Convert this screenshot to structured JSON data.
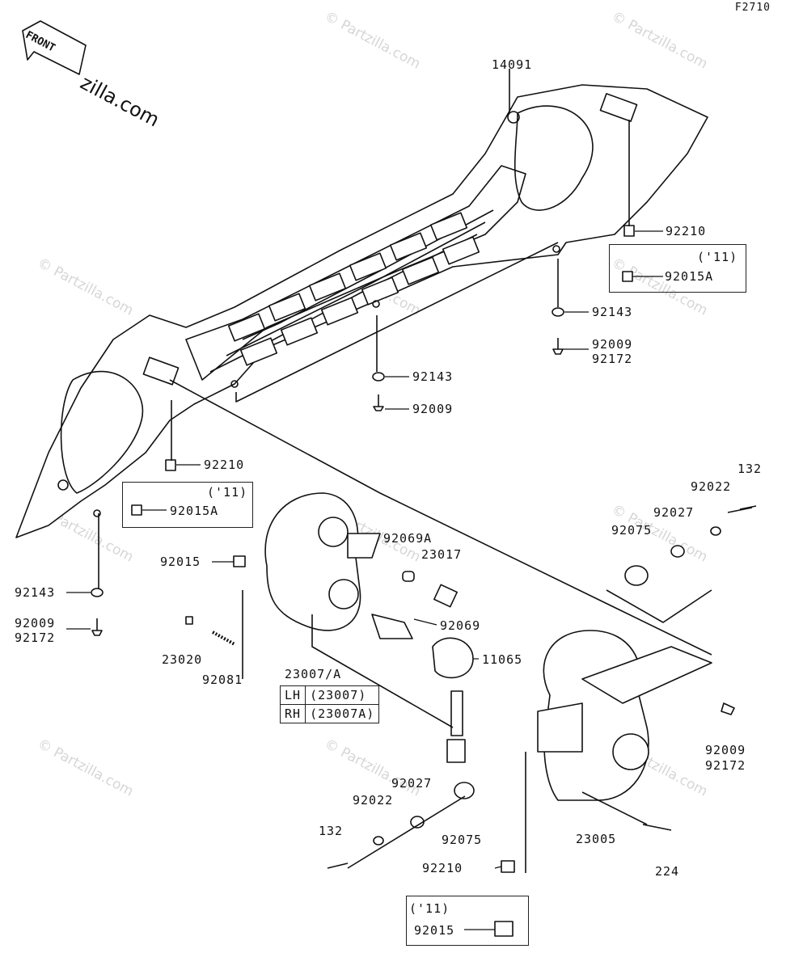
{
  "figure_code": "F2710",
  "watermark_text": "© Partzilla.com",
  "brand": "zilla.com",
  "front_arrow": "FRONT",
  "labels": {
    "p14091": "14091",
    "p92210_top": "92210",
    "p92015a_top": "92015A",
    "yr_top": "('11)",
    "p92143_top": "92143",
    "p92009_top": "92009",
    "p92172_top": "92172",
    "p92143_mid": "92143",
    "p92009_mid": "92009",
    "p92210_left": "92210",
    "yr_left": "('11)",
    "p92015a_left": "92015A",
    "p92143_left": "92143",
    "p92009_left": "92009",
    "p92172_left": "92172",
    "p92015": "92015",
    "p23020": "23020",
    "p92081": "92081",
    "p23007a": "23007/A",
    "p92069a": "92069A",
    "p23017": "23017",
    "p92069": "92069",
    "p11065": "11065",
    "p132_right": "132",
    "p92022_right": "92022",
    "p92027_right": "92027",
    "p92075_right": "92075",
    "p92009_right": "92009",
    "p92172_right": "92172",
    "p92027_bottom": "92027",
    "p92022_bottom": "92022",
    "p132_bottom": "132",
    "p92075_bottom": "92075",
    "p23005": "23005",
    "p224": "224",
    "p92210_bottom": "92210",
    "yr_bottom": "('11)",
    "p92015_bottom": "92015"
  },
  "side_table": {
    "lh_label": "LH",
    "lh_part": "(23007)",
    "rh_label": "RH",
    "rh_part": "(23007A)"
  }
}
